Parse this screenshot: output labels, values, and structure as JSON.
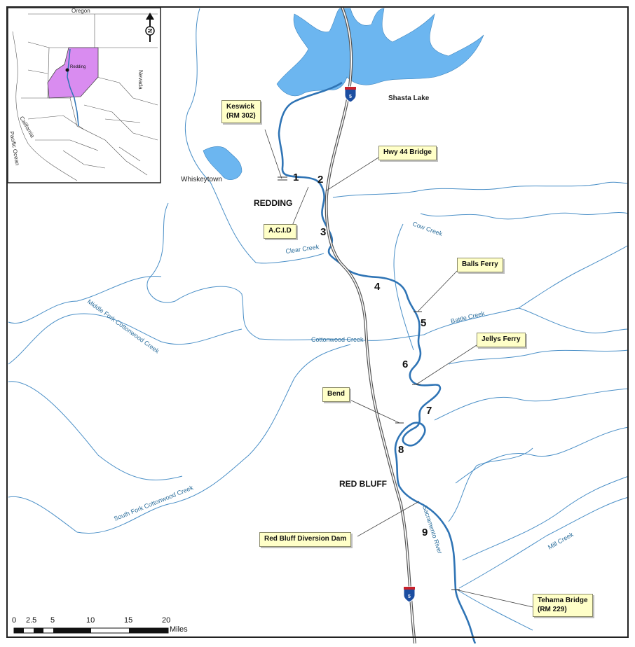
{
  "inset": {
    "oregon": "Oregon",
    "nevada": "Nevada",
    "california": "California",
    "pacific_ocean": "Pacific Ocean",
    "redding": "Redding",
    "north": "N"
  },
  "places": {
    "shasta_lake": "Shasta Lake",
    "whiskeytown": "Whiskeytown",
    "redding": "REDDING",
    "red_bluff": "RED BLUFF"
  },
  "callouts": {
    "keswick_line1": "Keswick",
    "keswick_line2": "(RM 302)",
    "hwy44": "Hwy 44 Bridge",
    "acid": "A.C.I.D",
    "balls_ferry": "Balls Ferry",
    "jellys_ferry": "Jellys Ferry",
    "bend": "Bend",
    "rbdd": "Red Bluff Diversion Dam",
    "tehama_line1": "Tehama Bridge",
    "tehama_line2": "(RM 229)"
  },
  "creeks": {
    "cow": "Cow Creek",
    "clear": "Clear Creek",
    "battle": "Battle Creek",
    "cottonwood": "Cottonwood Creek",
    "middle_fork": "Middle Fork Cottonwood Creek",
    "south_fork": "South Fork Cottonwood Creek",
    "sacramento": "Sacramento River",
    "mill": "Mill Creek"
  },
  "reaches": [
    "1",
    "2",
    "3",
    "4",
    "5",
    "6",
    "7",
    "8",
    "9"
  ],
  "interstate": "5",
  "scale": {
    "ticks": [
      "0",
      "2.5",
      "5",
      "10",
      "15",
      "20"
    ],
    "unit": "Miles"
  },
  "colors": {
    "river": "#2f74b5",
    "lake": "#6cb6f0",
    "creek": "#3f86bf",
    "highlight": "#d98cf0",
    "callout_bg": "#ffffc8"
  }
}
